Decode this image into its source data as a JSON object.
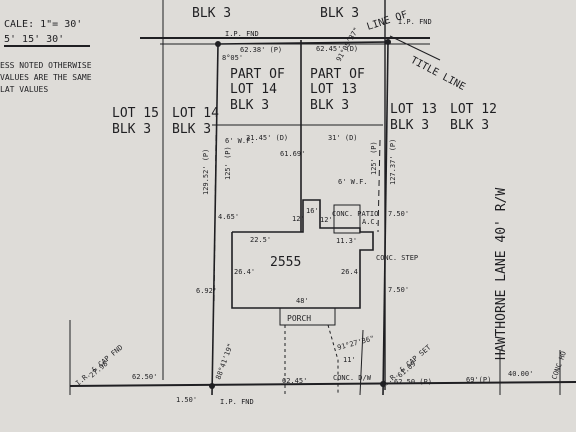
{
  "legend": {
    "scale": "CALE: 1\"= 30'",
    "bar": "5' 15' 30'",
    "note_line1": "ESS NOTED OTHERWISE",
    "note_line2": "VALUES ARE THE SAME",
    "note_line3": "LAT VALUES"
  },
  "lots": {
    "top_left_blk": "BLK 3",
    "top_right_blk": "BLK 3",
    "part_lot14": "PART OF",
    "part_lot14_b": "LOT 14",
    "part_lot14_c": "BLK 3",
    "part_lot13": "PART OF",
    "part_lot13_b": "LOT 13",
    "part_lot13_c": "BLK 3",
    "lot15": "LOT 15",
    "lot15_blk": "BLK 3",
    "lot14": "LOT 14",
    "lot14_blk": "BLK 3",
    "lot13": "LOT 13",
    "lot13_blk": "BLK 3",
    "lot12": "LOT 12",
    "lot12_blk": "BLK 3"
  },
  "labels": {
    "ip_fnd_tl": "I.P. FND",
    "ip_fnd_tr": "I.P. FND",
    "line_of": "LINE OF",
    "title_line": "TITLE LINE",
    "ip_fnd_bottom": "I.P. FND",
    "ir_cap_fnd": "I.R. & CAP FND",
    "ir_cap_set": "I.R. & CAP SET",
    "hawthorne": "HAWTHORNE LANE 40' R/W",
    "house_no": "2555",
    "conc_patio": "CONC. PATIO",
    "conc_step": "CONC. STEP",
    "porch": "PORCH",
    "conc_dw": "CONC. D/W",
    "wf_left": "6' W.F.",
    "wf_right": "6' W.F.",
    "ac": "A.C."
  },
  "dims": {
    "top_left": "62.38' (P)",
    "top_right": "62.45' (D)",
    "angle_top": "91°05'37\"",
    "angle_tl": "8°05'",
    "left_long": "129.52' (P)",
    "left_short": "125' (P)",
    "right_short": "125' (P)",
    "right_long": "127.37' (P)",
    "d3145": "31.45' (D)",
    "d31": "31' (D)",
    "d6169": "61.69'",
    "d16": "16'",
    "d12a": "12'",
    "d12b": "12'",
    "d113": "11.3'",
    "d750a": "7.50'",
    "d465": "4.65'",
    "d225": "22.5'",
    "d264a": "26.4'",
    "d264b": "26.4'",
    "d48": "48'",
    "d692": "6.92'",
    "d750b": "7.50'",
    "angle_bl": "88°41'19\"",
    "angle_br": "91°27'36\"",
    "d11": "11'",
    "bottom_left": "62.50'",
    "bottom_mid": "62.45'",
    "bottom_right": "62.50 (P)",
    "d150": "1.50'",
    "d69": "69'(P)",
    "d4000": "40.00'",
    "d2798": "27.98'",
    "d6109": "61.09'",
    "conc_ho": "CONC HO"
  }
}
